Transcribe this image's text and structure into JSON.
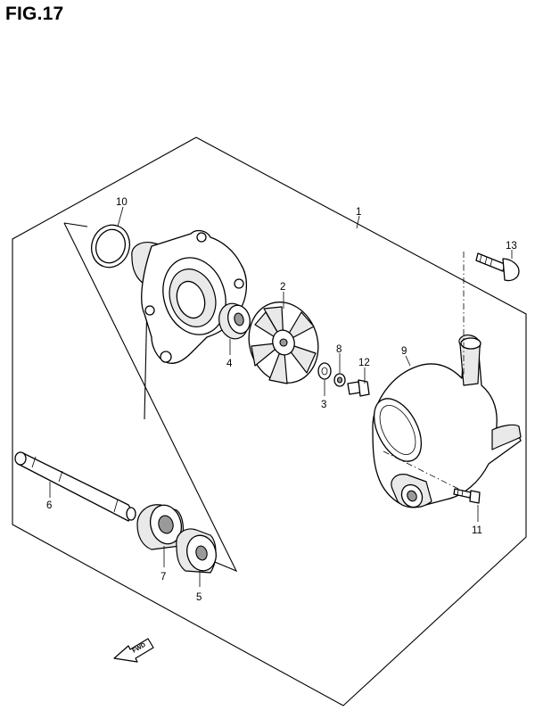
{
  "figure": {
    "title": "FIG.17"
  },
  "callouts": [
    {
      "id": "1",
      "label": "1",
      "part": "water-pump-assembly"
    },
    {
      "id": "2",
      "label": "2",
      "part": "impeller"
    },
    {
      "id": "3",
      "label": "3",
      "part": "washer"
    },
    {
      "id": "4",
      "label": "4",
      "part": "mechanical-seal"
    },
    {
      "id": "5",
      "label": "5",
      "part": "oil-seal"
    },
    {
      "id": "6",
      "label": "6",
      "part": "impeller-shaft"
    },
    {
      "id": "7",
      "label": "7",
      "part": "bearing"
    },
    {
      "id": "8",
      "label": "8",
      "part": "lock-washer"
    },
    {
      "id": "9",
      "label": "9",
      "part": "pump-cover"
    },
    {
      "id": "10",
      "label": "10",
      "part": "o-ring"
    },
    {
      "id": "11",
      "label": "11",
      "part": "cover-screw"
    },
    {
      "id": "12",
      "label": "12",
      "part": "impeller-bolt"
    },
    {
      "id": "13",
      "label": "13",
      "part": "mounting-bolt"
    }
  ],
  "direction_marker": {
    "label": "FWD",
    "icon": "arrow-left-icon"
  }
}
